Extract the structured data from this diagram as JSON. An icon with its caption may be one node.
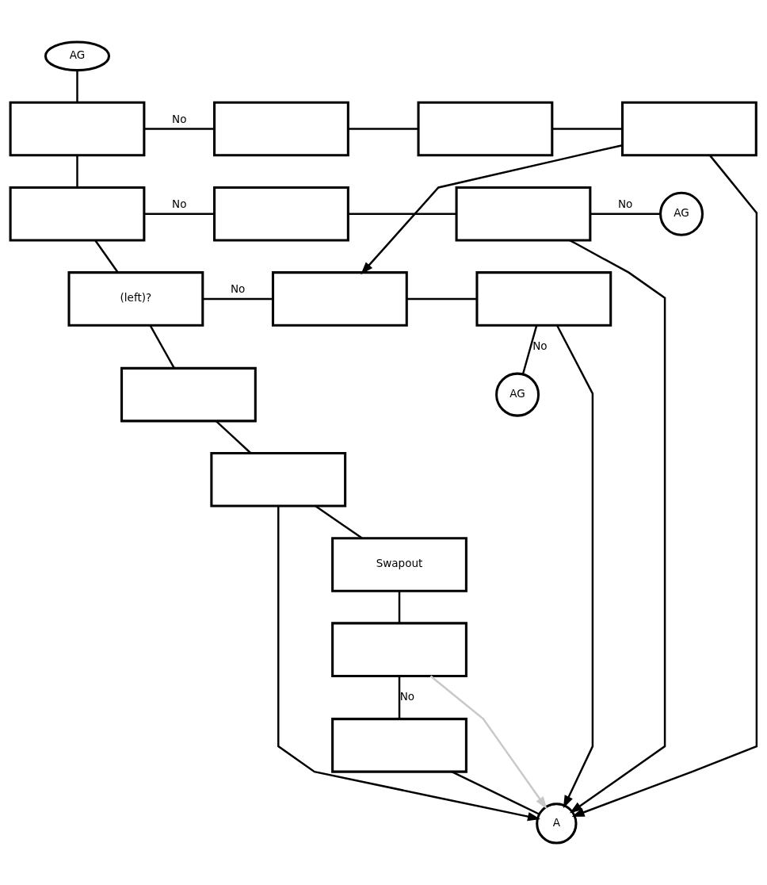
{
  "diagram": {
    "nodes": [
      {
        "text": [
          "AG"
        ]
      },
      {
        "text": [],
        "shape": "box"
      },
      {
        "text": [],
        "shape": "box"
      },
      {
        "text": [],
        "shape": "box"
      },
      {
        "text": [],
        "shape": "box"
      },
      {
        "text": [],
        "shape": "box"
      },
      {
        "text": [],
        "shape": "box"
      },
      {
        "text": [],
        "shape": "box"
      },
      {
        "text": [
          "AG"
        ]
      },
      {
        "text": [
          "(left)?"
        ]
      },
      {
        "text": [],
        "shape": "box"
      },
      {
        "text": [],
        "shape": "box"
      },
      {
        "text": [
          "AG"
        ]
      },
      {
        "text": [],
        "shape": "box"
      },
      {
        "text": [],
        "shape": "box"
      },
      {
        "text": [
          "Swapout"
        ]
      },
      {
        "text": [],
        "shape": "box"
      },
      {
        "text": [],
        "shape": "box"
      },
      {
        "text": [
          "A"
        ]
      }
    ],
    "edges": [
      {
        "from": 0,
        "to": 1,
        "arrow": "none"
      },
      {
        "from": 1,
        "to": 2,
        "arrow": "none",
        "label": "No"
      },
      {
        "from": 2,
        "to": 3,
        "arrow": "none"
      },
      {
        "from": 3,
        "to": 4,
        "arrow": "none"
      },
      {
        "from": 1,
        "to": 5,
        "arrow": "none"
      },
      {
        "from": 5,
        "to": 6,
        "arrow": "none",
        "label": "No"
      },
      {
        "from": 6,
        "to": 7,
        "arrow": "none"
      },
      {
        "from": 7,
        "to": 8,
        "arrow": "none",
        "label": "No"
      },
      {
        "from": 5,
        "to": 9,
        "arrow": "none"
      },
      {
        "from": 9,
        "to": 10,
        "arrow": "none",
        "label": "No"
      },
      {
        "from": 4,
        "to": 10,
        "arrow": "to"
      },
      {
        "from": 10,
        "to": 11,
        "arrow": "none"
      },
      {
        "from": 11,
        "to": 12,
        "arrow": "none",
        "label": "No"
      },
      {
        "from": 7,
        "to": 18,
        "arrow": "to"
      },
      {
        "from": 9,
        "to": 13,
        "arrow": "none"
      },
      {
        "from": 13,
        "to": 14,
        "arrow": "none"
      },
      {
        "from": 14,
        "to": 15,
        "arrow": "none"
      },
      {
        "from": 15,
        "to": 16,
        "arrow": "none"
      },
      {
        "from": 16,
        "to": 17,
        "arrow": "none",
        "label": "No"
      },
      {
        "from": 17,
        "to": 18,
        "arrow": "none"
      },
      {
        "from": 4,
        "to": 18,
        "arrow": "to"
      },
      {
        "from": 11,
        "to": 18,
        "arrow": "to"
      },
      {
        "from": 14,
        "to": 18,
        "arrow": "to"
      },
      {
        "from": 16,
        "to": 18,
        "arrow": "to",
        "color": "#c8c8c8"
      }
    ]
  }
}
